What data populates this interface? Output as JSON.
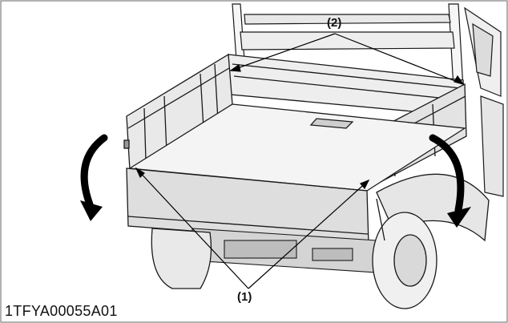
{
  "figure": {
    "callouts": [
      {
        "id": "1",
        "text": "(1)"
      },
      {
        "id": "2",
        "text": "(2)"
      }
    ],
    "figure_code": "1TFYA00055A01",
    "colors": {
      "line": "#1a1a1a",
      "fill_light": "#f2f2f2",
      "fill_mid": "#d9d9d9",
      "fill_dark": "#b5b5b5",
      "arrow": "#000000"
    }
  }
}
